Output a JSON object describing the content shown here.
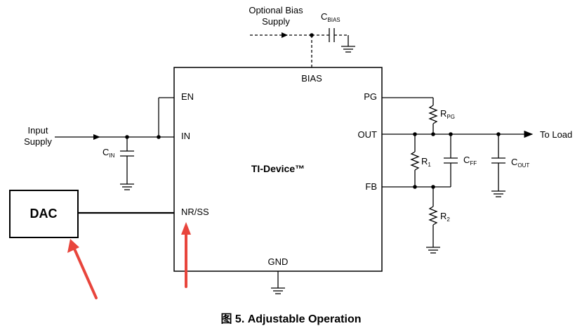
{
  "diagram": {
    "device_name": "TI-Device™",
    "pins": {
      "bias": "BIAS",
      "en": "EN",
      "in": "IN",
      "nr_ss": "NR/SS",
      "gnd": "GND",
      "pg": "PG",
      "out": "OUT",
      "fb": "FB"
    },
    "labels": {
      "optional_bias_line1": "Optional Bias",
      "optional_bias_line2": "Supply",
      "input_line1": "Input",
      "input_line2": "Supply",
      "to_load": "To Load",
      "dac": "DAC"
    },
    "components": {
      "cbias": {
        "main": "C",
        "sub": "BIAS"
      },
      "cin": {
        "main": "C",
        "sub": "IN"
      },
      "rpg": {
        "main": "R",
        "sub": "PG"
      },
      "r1": {
        "main": "R",
        "sub": "1"
      },
      "r2": {
        "main": "R",
        "sub": "2"
      },
      "cff": {
        "main": "C",
        "sub": "FF"
      },
      "cout": {
        "main": "C",
        "sub": "OUT"
      }
    },
    "annotation_color": "#e8453c"
  },
  "caption": "图 5.  Adjustable Operation"
}
